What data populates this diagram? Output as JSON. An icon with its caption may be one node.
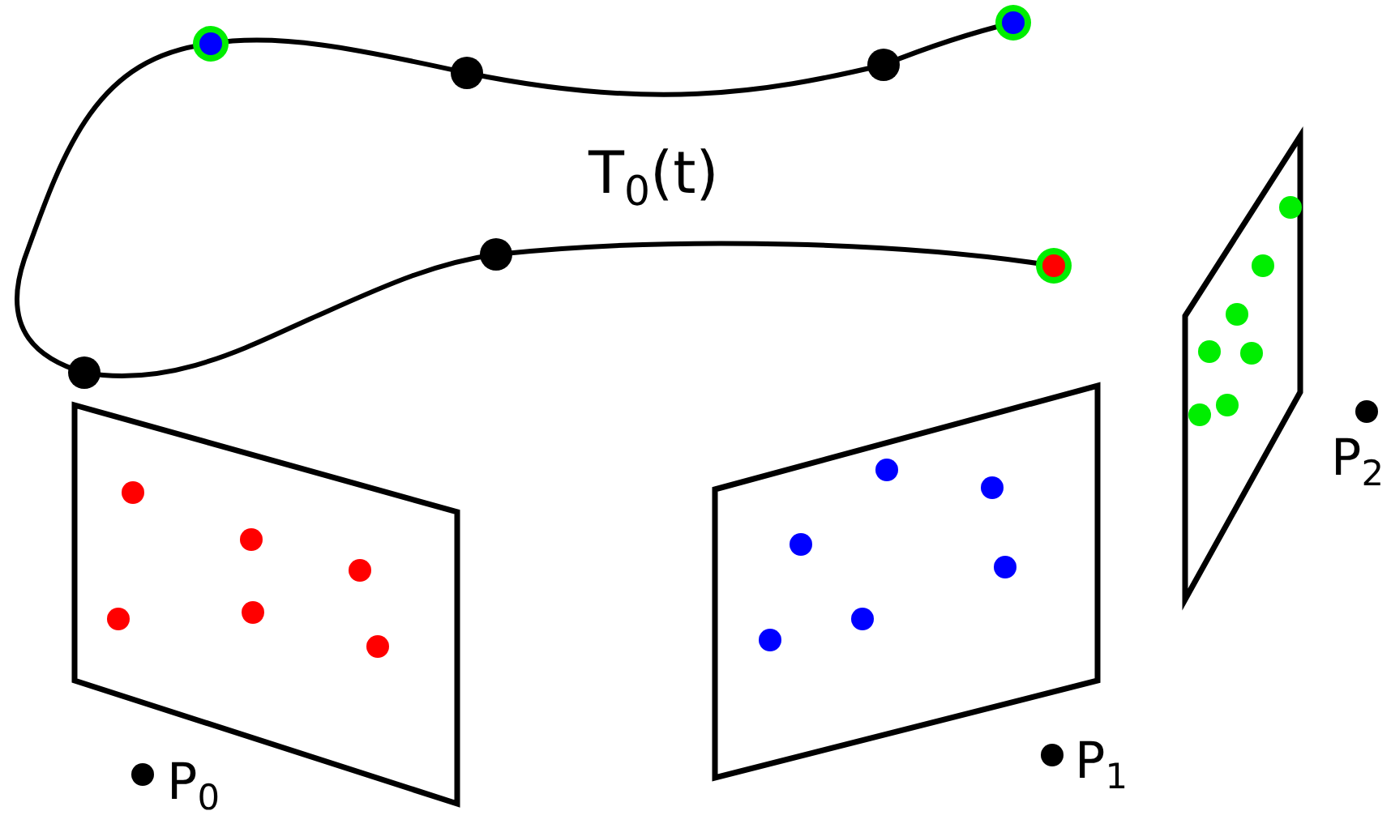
{
  "diagram": {
    "labels": [
      "T$_{0}$(t)",
      "P$_{0}$",
      "P$_{1}$",
      "P$_{2}$"
    ]
  }
}
